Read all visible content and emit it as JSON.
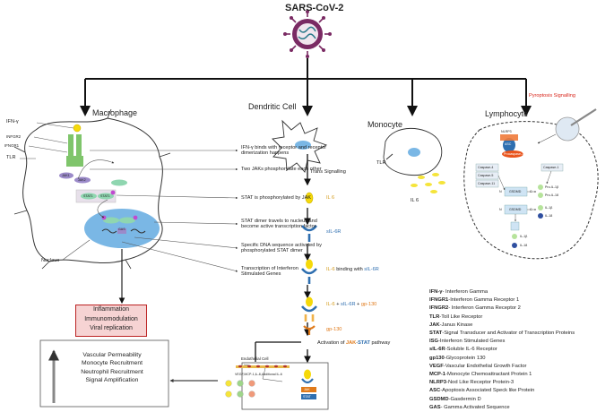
{
  "virus": "SARS-CoV-2",
  "cells": {
    "macrophage": "Macrophage",
    "dendritic": "Dendritic Cell",
    "monocyte": "Monocyte",
    "lymphocyte": "Lymphocyte"
  },
  "pyroptosis": "Pyroptosis Signalling",
  "receptors": {
    "ifn": "IFN-γ",
    "infgr2": "INFGR2",
    "ifngr1": "IFNGR1",
    "tlr": "TLR"
  },
  "jak": {
    "jak1": "JAK1",
    "jak2": "JAK2"
  },
  "stat": {
    "stat1": "STAT1",
    "stat1b": "STAT1",
    "gas": "GAS"
  },
  "nucleus": "Nucleus",
  "macrophage_steps": [
    "IFN-γ binds with receptor and receptor dimerization happens",
    "Two JAKs phosphorylate each other",
    "STAT is phosphorylated by JAK",
    "STAT dimer travels to nucleus and become active transcription factor",
    "Specific DNA sequence activated by phosphorylated STAT dimer",
    "Transcription of Interferon Stimulated Genes"
  ],
  "outcome": [
    "Inflammation",
    "Immunomodulation",
    "Viral replication"
  ],
  "trans": {
    "label": "Trans Signalling",
    "il6": "IL 6",
    "sil6r": "sIL-6R",
    "binding_prefix": "IL-6",
    "binding_mid": " binding with ",
    "binding_suffix": "sIL-6R",
    "complex_a": "IL-6",
    "complex_b": " + ",
    "complex_c": "sIL-6R",
    "complex_d": " + ",
    "complex_e": "gp-130",
    "gp130": "gp-130",
    "activation_prefix": "Activation of ",
    "activation_jak": "JAK",
    "activation_mid": "-",
    "activation_stat": "STAT",
    "activation_suffix": " pathway"
  },
  "monocyte": {
    "tlr": "TLR",
    "il6": "IL 6"
  },
  "lymph": {
    "nlrp3": "NLRP3",
    "asc": "ASC",
    "procasp1": "Procaspase-1",
    "casp4": "Caspase-4",
    "casp5": "Caspase-5",
    "casp11": "Caspase-11",
    "casp1": "Caspase-1",
    "gsdmd": "GSDMD",
    "gsdmd2": "GSDMD",
    "proil1b": "Pro-IL-1β",
    "proil18": "Pro-IL-18",
    "n1": "N",
    "c1": "C",
    "n2": "N",
    "c2": "C",
    "il1b": "IL-1β",
    "il18": "IL-18",
    "il1b_out": "IL-1β",
    "il18_out": "IL-18"
  },
  "endothelial": {
    "label": "Endothelial Cell",
    "factors": "VEGF,MCP-1,IL-8,Additional IL-6",
    "jak": "JAK",
    "stat": "STAT",
    "effects": [
      "Vascular Permeability",
      "Monocyte Recruitment",
      "Neutrophil Recruitment",
      "Signal Amplification"
    ]
  },
  "legend": [
    {
      "abbr": "IFN-γ",
      "def": "- Interferon Gamma"
    },
    {
      "abbr": "IFNGR1",
      "def": "-Interferon Gamma Receptor 1"
    },
    {
      "abbr": "IFNGR2",
      "def": "- Interferon Gamma Receptor 2"
    },
    {
      "abbr": "TLR",
      "def": "-Toll Like Receptor"
    },
    {
      "abbr": "JAK",
      "def": "-Janus Kinase"
    },
    {
      "abbr": "STAT",
      "def": "-Signal Transducer and Activator of Transcription Proteins"
    },
    {
      "abbr": "ISG",
      "def": "-Interferon Stimulated Genes"
    },
    {
      "abbr": "sIL-6R",
      "def": "-Soluble IL-6 Receptor"
    },
    {
      "abbr": "gp130",
      "def": "-Glycoprotein 130"
    },
    {
      "abbr": "VEGF",
      "def": "-Vascular Endothelial Growth Factor"
    },
    {
      "abbr": "MCP-1",
      "def": "-Monocyte Chemoattractant Protein 1"
    },
    {
      "abbr": "NLRP3",
      "def": "-Nod Like Receptor Protein-3"
    },
    {
      "abbr": "ASC",
      "def": "-Apoptosis Associated Speck like Protein"
    },
    {
      "abbr": "GSDMD",
      "def": "-Gasdermin D"
    },
    {
      "abbr": "GAS",
      "def": "- Gamma Activated Sequence"
    }
  ],
  "colors": {
    "virus": "#7a2a63",
    "gold": "#d39a1a",
    "blue": "#2f6fb0",
    "green": "#7fc56b",
    "orange": "#e07a1a",
    "red": "#d9261c"
  }
}
